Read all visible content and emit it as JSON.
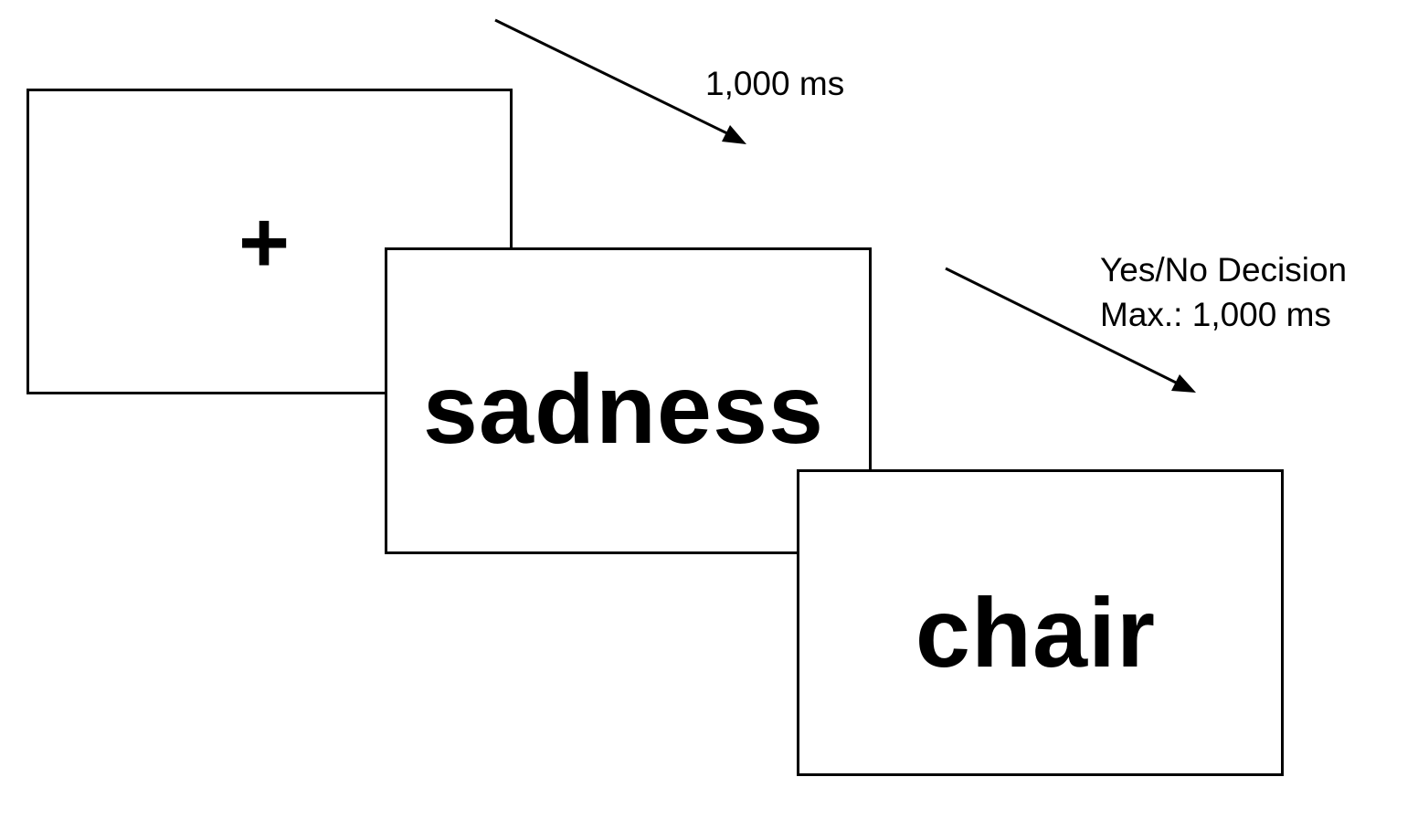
{
  "screens": {
    "fixation": {
      "symbol": "+"
    },
    "prime": {
      "word": "sadness"
    },
    "target": {
      "word": "chair"
    }
  },
  "timings": {
    "fixation_duration": "1,000 ms",
    "response": {
      "line1": "Yes/No Decision",
      "line2": "Max.: 1,000 ms"
    }
  }
}
